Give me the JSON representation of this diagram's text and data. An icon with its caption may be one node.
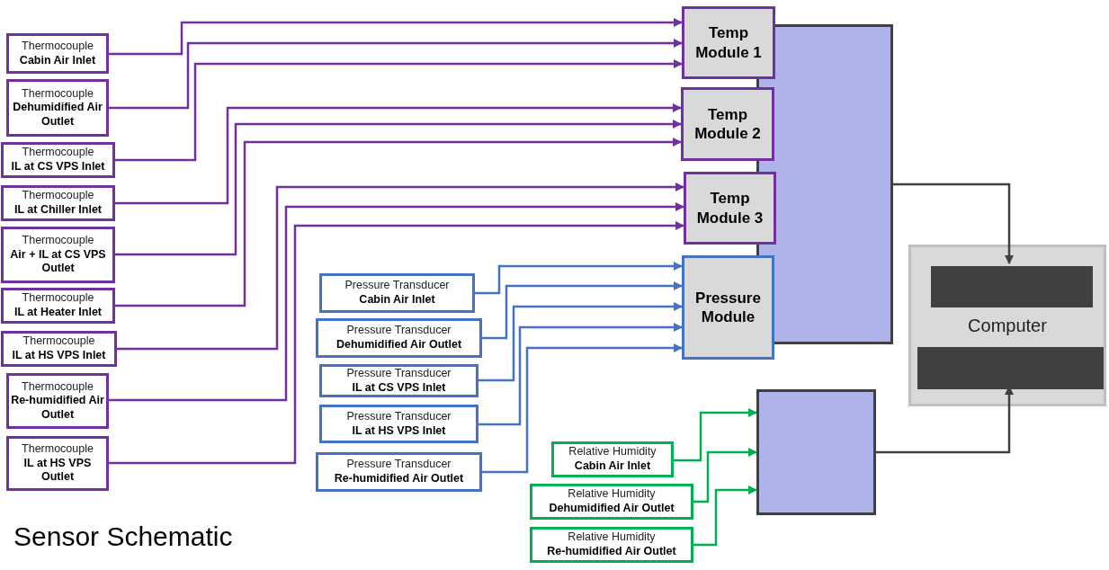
{
  "diagram": {
    "title": "Sensor Schematic",
    "nodes": [
      {
        "text": [
          "Thermocouple",
          "Cabin Air Inlet"
        ]
      },
      {
        "text": [
          "Thermocouple",
          "Dehumidified Air Outlet"
        ]
      },
      {
        "text": [
          "Thermocouple",
          "IL at CS VPS Inlet"
        ]
      },
      {
        "text": [
          "Thermocouple",
          "IL at Chiller Inlet"
        ]
      },
      {
        "text": [
          "Thermocouple",
          "Air + IL at CS VPS Outlet"
        ]
      },
      {
        "text": [
          "Thermocouple",
          "IL at Heater Inlet"
        ]
      },
      {
        "text": [
          "Thermocouple",
          "IL at HS VPS Inlet"
        ]
      },
      {
        "text": [
          "Thermocouple",
          "Re-humidified Air Outlet"
        ]
      },
      {
        "text": [
          "Thermocouple",
          "IL at HS VPS Outlet"
        ]
      },
      {
        "text": [
          "Temp Module 1"
        ]
      },
      {
        "text": [
          "Temp Module 2"
        ]
      },
      {
        "text": [
          "Temp Module 3"
        ]
      },
      {
        "text": [
          "Pressure Module"
        ]
      },
      {
        "text": [],
        "shape": "box"
      },
      {
        "text": [
          "Pressure Transducer",
          "Cabin Air Inlet"
        ]
      },
      {
        "text": [
          "Pressure Transducer",
          "Dehumidified Air Outlet"
        ]
      },
      {
        "text": [
          "Pressure Transducer",
          "IL at CS VPS Inlet"
        ]
      },
      {
        "text": [
          "Pressure Transducer",
          "IL at HS VPS Inlet"
        ]
      },
      {
        "text": [
          "Pressure Transducer",
          "Re-humidified Air Outlet"
        ]
      },
      {
        "text": [
          "Computer"
        ]
      },
      {
        "text": [],
        "shape": "box",
        "in": 19
      },
      {
        "text": [],
        "shape": "box",
        "in": 19
      },
      {
        "text": [],
        "shape": "box"
      },
      {
        "text": [
          "Relative Humidity",
          "Cabin Air Inlet"
        ]
      },
      {
        "text": [
          "Relative Humidity",
          "Dehumidified Air Outlet"
        ]
      },
      {
        "text": [
          "Relative Humidity",
          "Re-humidified Air Outlet"
        ]
      }
    ],
    "edges": [
      {
        "from": 0,
        "to": 9,
        "arrow": "to"
      },
      {
        "from": 1,
        "to": 9,
        "arrow": "to"
      },
      {
        "from": 2,
        "to": 9,
        "arrow": "to"
      },
      {
        "from": 3,
        "to": 10,
        "arrow": "to"
      },
      {
        "from": 4,
        "to": 10,
        "arrow": "to"
      },
      {
        "from": 5,
        "to": 10,
        "arrow": "to"
      },
      {
        "from": 6,
        "to": 11,
        "arrow": "to"
      },
      {
        "from": 7,
        "to": 11,
        "arrow": "to"
      },
      {
        "from": 8,
        "to": 11,
        "arrow": "to"
      },
      {
        "from": 14,
        "to": 12,
        "arrow": "to",
        "color": "#4472c4"
      },
      {
        "from": 15,
        "to": 12,
        "arrow": "to",
        "color": "#4472c4"
      },
      {
        "from": 16,
        "to": 12,
        "arrow": "to",
        "color": "#4472c4"
      },
      {
        "from": 17,
        "to": 12,
        "arrow": "to",
        "color": "#4472c4"
      },
      {
        "from": 18,
        "to": 12,
        "arrow": "to",
        "color": "#4472c4"
      },
      {
        "from": 23,
        "to": 22,
        "arrow": "to",
        "color": "#00b050"
      },
      {
        "from": 24,
        "to": 22,
        "arrow": "to",
        "color": "#00b050"
      },
      {
        "from": 25,
        "to": 22,
        "arrow": "to",
        "color": "#00b050"
      },
      {
        "from": 13,
        "to": 20,
        "arrow": "to",
        "color": "#404040"
      },
      {
        "from": 22,
        "to": 21,
        "arrow": "to",
        "color": "#404040"
      }
    ]
  }
}
